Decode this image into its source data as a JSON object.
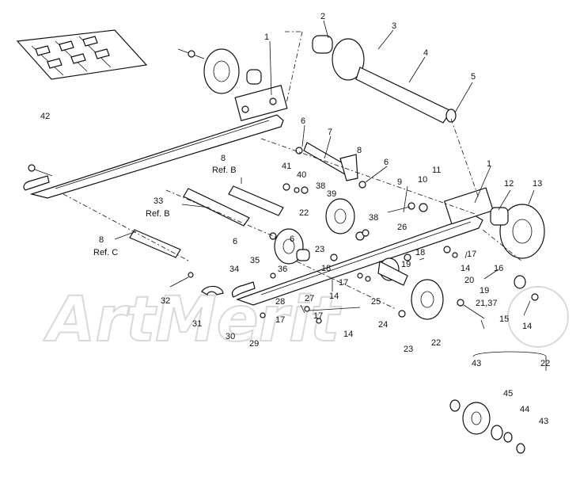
{
  "watermark": "ArtMerit",
  "labels": {
    "n1": "1",
    "n2": "2",
    "n3": "3",
    "n4": "4",
    "n5": "5",
    "n6a": "6",
    "n6b": "6",
    "n6c": "6",
    "n6d": "6",
    "n7": "7",
    "n8a": "8",
    "n8b": "8",
    "n8c": "8",
    "refB1": "Ref. B",
    "refB2": "Ref. B",
    "refC": "Ref. C",
    "n9": "9",
    "n10": "10",
    "n11": "11",
    "n1b": "1",
    "n12": "12",
    "n13": "13",
    "n14a": "14",
    "n14b": "14",
    "n14c": "14",
    "n14d": "14",
    "n15": "15",
    "n16": "16",
    "n17a": "17",
    "n17b": "17",
    "n17c": "17",
    "n17d": "17",
    "n18a": "18",
    "n18b": "18",
    "n19a": "19",
    "n19b": "19",
    "n20": "20",
    "n21": "21,37",
    "n22a": "22",
    "n22b": "22",
    "n22c": "22",
    "n23a": "23",
    "n23b": "23",
    "n24": "24",
    "n25": "25",
    "n26": "26",
    "n27": "27",
    "n28": "28",
    "n29": "29",
    "n30": "30",
    "n31": "31",
    "n32": "32",
    "n33": "33",
    "n34": "34",
    "n35": "35",
    "n36": "36",
    "n38a": "38",
    "n38b": "38",
    "n39": "39",
    "n40": "40",
    "n41": "41",
    "n42": "42",
    "n43a": "43",
    "n43b": "43",
    "n44": "44",
    "n45": "45"
  }
}
